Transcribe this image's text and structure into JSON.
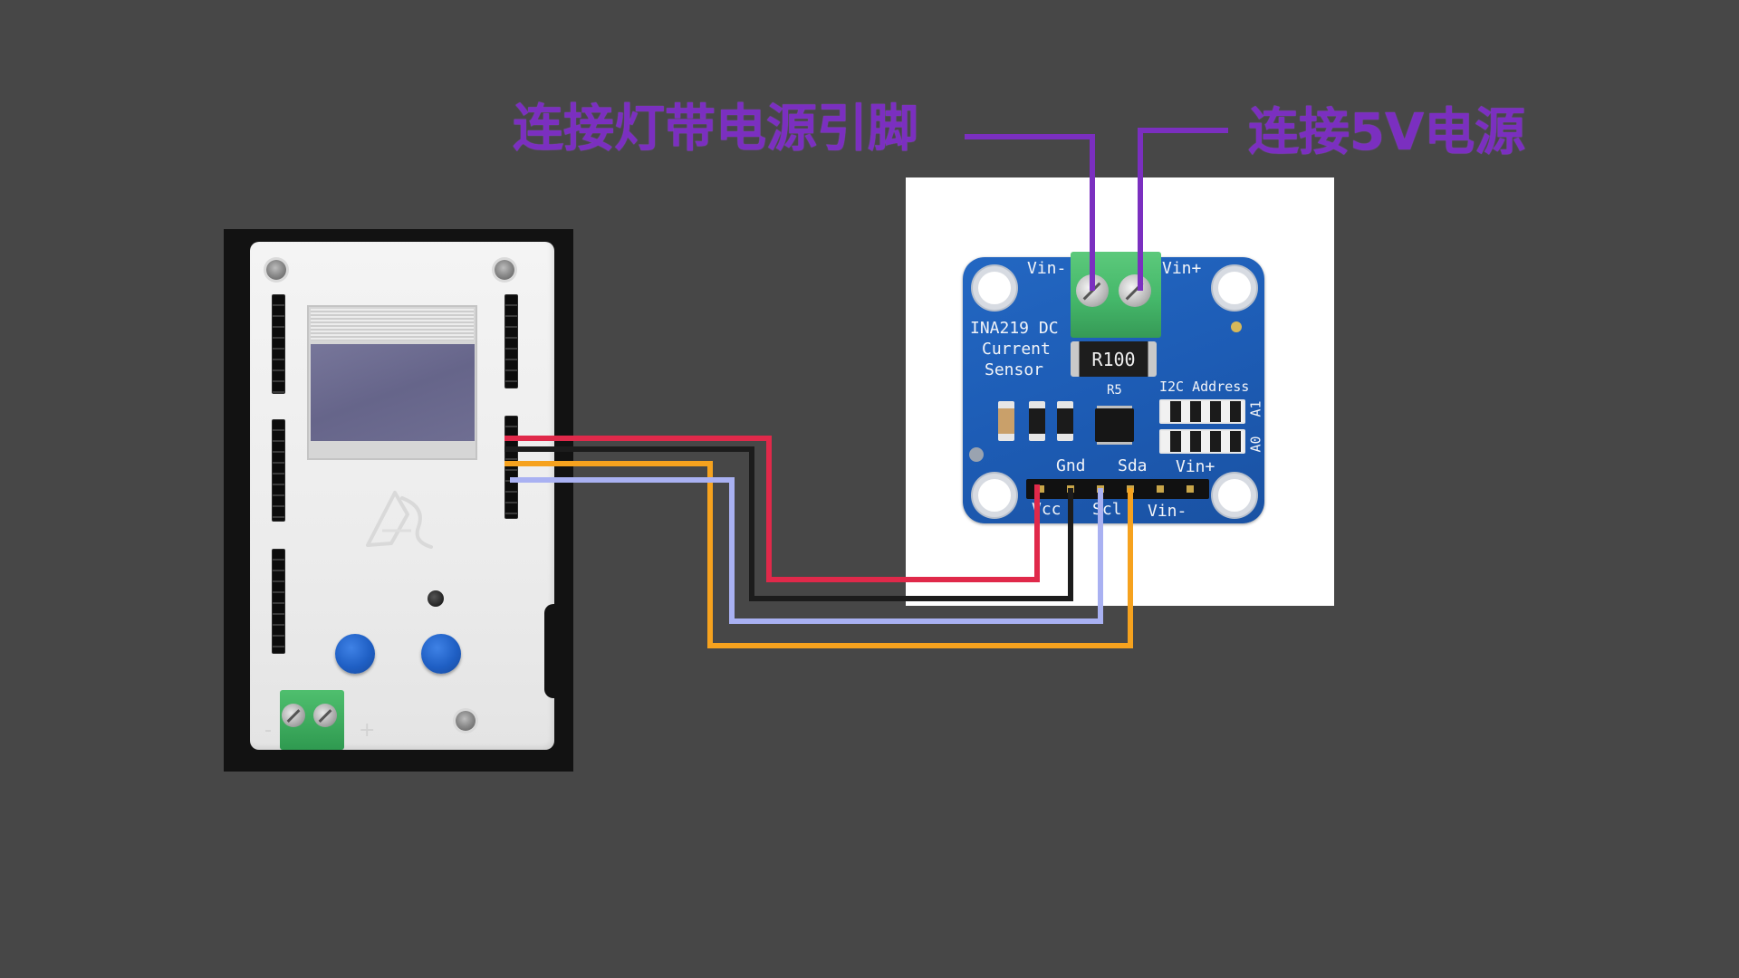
{
  "labels": {
    "led_strip_power_pin": "连接灯带电源引脚",
    "power_5v": "连接5V电源"
  },
  "colors": {
    "background": "#474747",
    "label_purple": "#7b2fc0",
    "board_blue": "#1d5cb5",
    "terminal_green": "#45b86a"
  },
  "wires": [
    {
      "color": "#f6a21e"
    },
    {
      "color": "#a9b1f2"
    },
    {
      "color": "#1c1c1c"
    },
    {
      "color": "#e0294a"
    }
  ],
  "device": {
    "terminal_minus": "-",
    "terminal_plus": "+"
  },
  "sensor": {
    "silkscreen": {
      "vin_minus_top": "Vin-",
      "vin_plus_top": "Vin+",
      "title_line1": "INA219 DC",
      "title_line2": "Current",
      "title_line3": "Sensor",
      "resistor": "R100",
      "r5": "R5",
      "i2c": "I2C Address",
      "gnd": "Gnd",
      "sda": "Sda",
      "vin_plus_bottom": "Vin+",
      "vcc": "Vcc",
      "scl": "Scl",
      "vin_minus_bottom": "Vin-",
      "a0": "A0",
      "a1": "A1"
    }
  }
}
